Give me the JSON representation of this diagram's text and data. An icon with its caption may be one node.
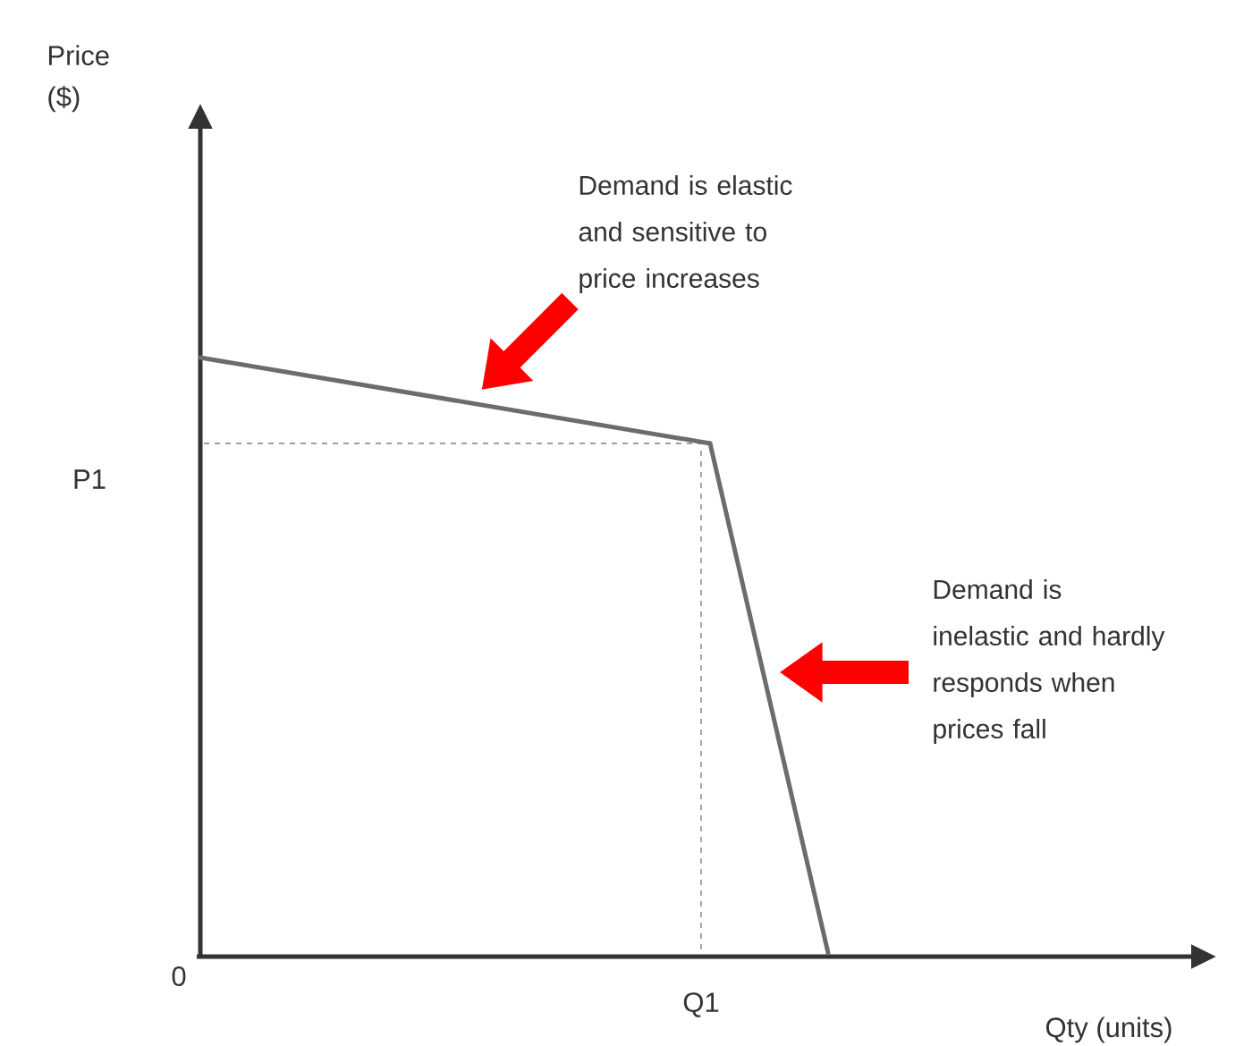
{
  "diagram": {
    "nodes": [
      {
        "text": [
          "Demand is elastic and  sensitive to price increases"
        ]
      },
      {
        "text": [],
        "shape": "line"
      },
      {
        "text": [
          "Demand is inelastic and hardly responds when prices fall"
        ]
      },
      {
        "text": [],
        "shape": "line"
      }
    ],
    "edges": [
      {
        "from": 0,
        "to": 1,
        "arrow": "to"
      },
      {
        "from": 2,
        "to": 3,
        "arrow": "to"
      }
    ],
    "labels": [
      "Price ($)",
      "P1",
      "0",
      "Q1",
      "Qty (units)"
    ]
  }
}
